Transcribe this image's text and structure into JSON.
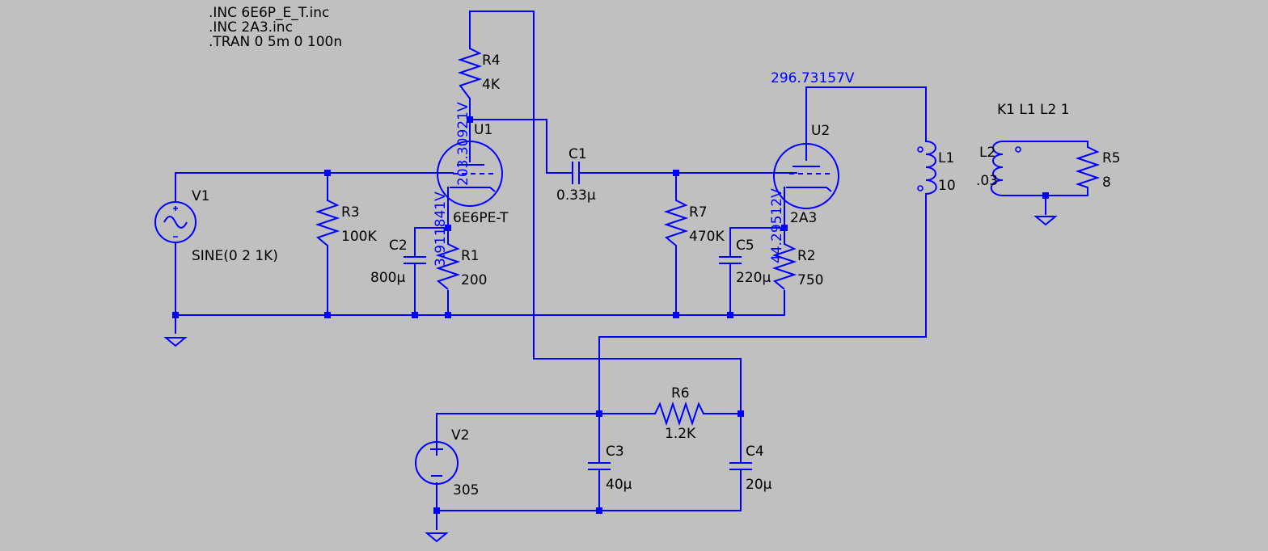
{
  "directives": [
    ".INC 6E6P_E_T.inc",
    ".INC 2A3.inc",
    ".TRAN 0 5m 0 100n"
  ],
  "coupling": "K1 L1 L2 1",
  "components": {
    "V1": {
      "name": "V1",
      "value": "SINE(0 2 1K)"
    },
    "V2": {
      "name": "V2",
      "value": "305"
    },
    "R1": {
      "name": "R1",
      "value": "200"
    },
    "R2": {
      "name": "R2",
      "value": "750"
    },
    "R3": {
      "name": "R3",
      "value": "100K"
    },
    "R4": {
      "name": "R4",
      "value": "4K"
    },
    "R5": {
      "name": "R5",
      "value": "8"
    },
    "R6": {
      "name": "R6",
      "value": "1.2K"
    },
    "R7": {
      "name": "R7",
      "value": "470K"
    },
    "C1": {
      "name": "C1",
      "value": "0.33µ"
    },
    "C2": {
      "name": "C2",
      "value": "800µ"
    },
    "C3": {
      "name": "C3",
      "value": "40µ"
    },
    "C4": {
      "name": "C4",
      "value": "20µ"
    },
    "C5": {
      "name": "C5",
      "value": "220µ"
    },
    "L1": {
      "name": "L1",
      "value": "10"
    },
    "L2": {
      "name": "L2",
      "value": ".03"
    },
    "U1": {
      "name": "U1",
      "value": "6E6PE-T"
    },
    "U2": {
      "name": "U2",
      "value": "2A3"
    }
  },
  "node_voltages": {
    "u1_plate": "203.30921V",
    "u1_cathode": "3.911841V",
    "u2_cathode": "44.29512V",
    "u2_plate": "296.73157V"
  },
  "colors": {
    "background": "#c0c0c0",
    "wire": "#0000ff",
    "text": "#000000",
    "voltage": "#0000ff"
  }
}
